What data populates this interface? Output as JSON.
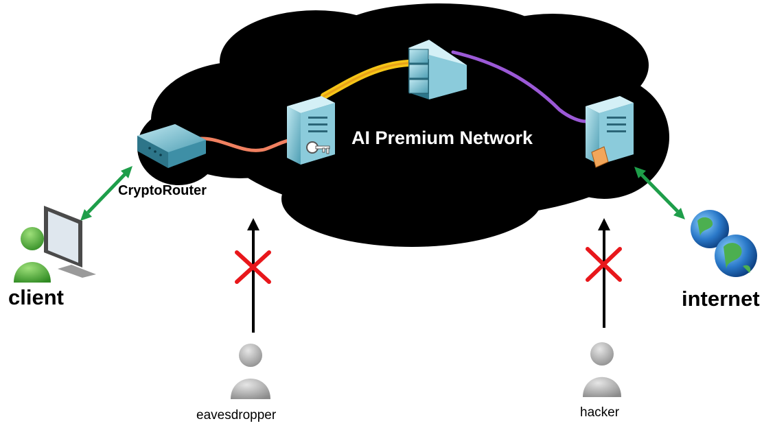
{
  "labels": {
    "network": "AI Premium Network",
    "router": "CryptoRouter",
    "client": "client",
    "internet": "internet",
    "eavesdropper": "eavesdropper",
    "hacker": "hacker"
  },
  "colors": {
    "cloud": "#000000",
    "link_router_server": "#f08060",
    "link_server_firewall": "#f5c518",
    "link_firewall_gateway": "#9b59d6",
    "access_arrow": "#1e9e4a",
    "attack_arrow": "#000000",
    "blocked_mark": "#e8171b",
    "person_client": "#3aaa35",
    "person_attacker": "#9a9a9a",
    "device": "#7ec8d8"
  },
  "icons": {
    "client": "user-computer-icon",
    "router": "router-icon",
    "server_key": "server-key-icon",
    "firewall": "firewall-icon",
    "gateway": "server-gateway-icon",
    "internet": "globe-icon",
    "eavesdropper": "user-icon",
    "hacker": "user-icon",
    "blocked": "x-mark-icon"
  }
}
